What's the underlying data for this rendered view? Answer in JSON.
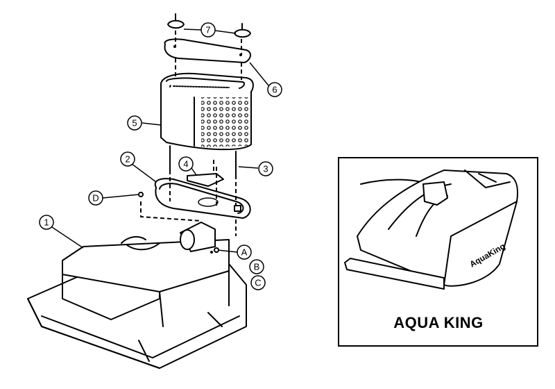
{
  "diagram": {
    "type": "exploded-parts-view",
    "callouts": [
      "1",
      "2",
      "3",
      "4",
      "5",
      "6",
      "7",
      "A",
      "B",
      "C",
      "D"
    ],
    "inset": {
      "product_name": "AQUA KING",
      "logo_text": "AQUA KING"
    }
  }
}
